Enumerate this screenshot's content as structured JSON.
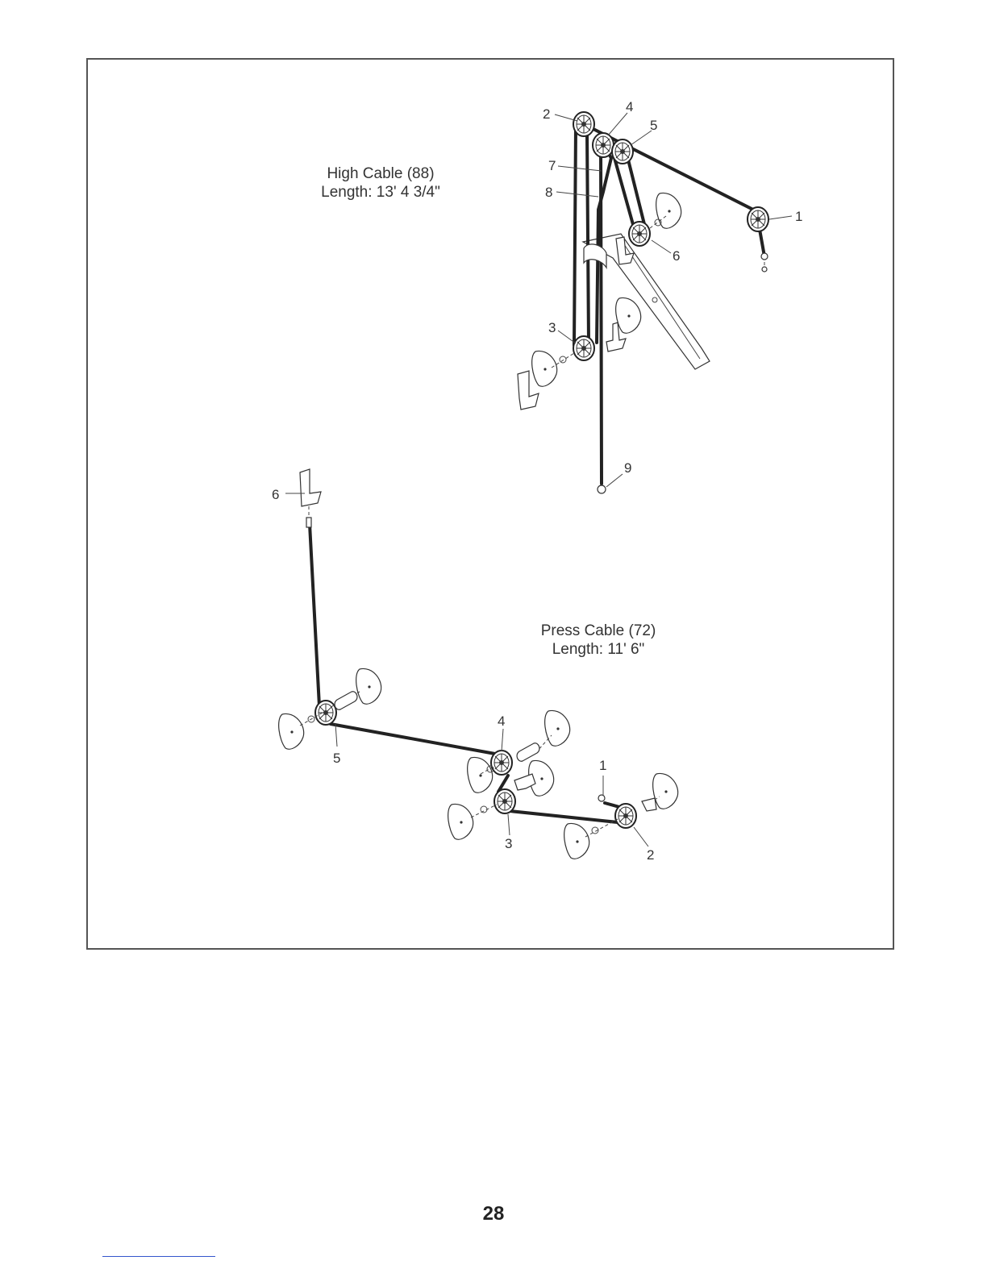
{
  "high_cable": {
    "title": "High Cable (88)",
    "length": "Length: 13' 4 3/4\"",
    "callouts": [
      "1",
      "2",
      "3",
      "4",
      "5",
      "6",
      "7",
      "8",
      "9"
    ]
  },
  "press_cable": {
    "title": "Press Cable (72)",
    "length": "Length: 11' 6\"",
    "callouts": [
      "1",
      "2",
      "3",
      "4",
      "5",
      "6"
    ]
  },
  "page_number": "28"
}
